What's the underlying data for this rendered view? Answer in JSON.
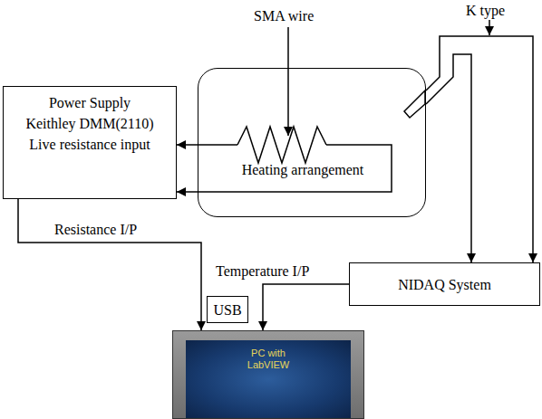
{
  "diagram": {
    "nodes": [
      {
        "text": [
          "Power Supply",
          "Keithley DMM(2110)",
          "Live resistance input"
        ]
      },
      {
        "text": [
          "Heating arrangement"
        ]
      },
      {
        "text": [
          "NIDAQ System"
        ]
      },
      {
        "text": [
          "USB"
        ]
      },
      {
        "text": [
          "PC with LabVIEW"
        ]
      }
    ],
    "edges": [
      {
        "from": 1,
        "to": 0,
        "arrow": "to"
      },
      {
        "from": 1,
        "to": 0,
        "arrow": "to"
      },
      {
        "from": 0,
        "to": 4,
        "label": "Resistance I/P",
        "arrow": "to"
      },
      {
        "from": 2,
        "to": 4,
        "label": "Temperature I/P",
        "arrow": "to"
      },
      {
        "from": 1,
        "to": 2,
        "arrow": "to"
      },
      {
        "from": 1,
        "to": 2,
        "arrow": "to"
      }
    ],
    "labels": [
      "SMA wire",
      "K type"
    ]
  }
}
